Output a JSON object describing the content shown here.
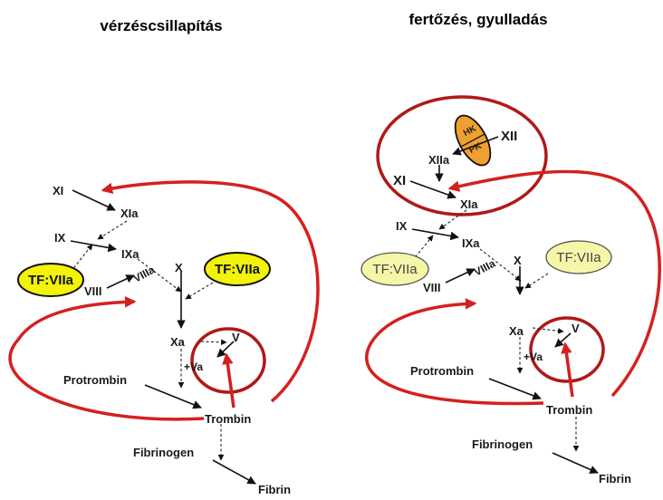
{
  "left_panel": {
    "title": "vérzéscsillapítás",
    "XI": "XI",
    "XIa": "XIa",
    "IX": "IX",
    "IXa": "IXa",
    "TF_VIIa_left": "TF:VIIa",
    "TF_VIIa_right": "TF:VIIa",
    "VIII": "VIII",
    "VIIIa": "VIIIa",
    "X": "X",
    "Xa": "Xa",
    "V": "V",
    "Va": "+Va",
    "Protrombin": "Protrombin",
    "Trombin": "Trombin",
    "Fibrinogen": "Fibrinogen",
    "Fibrin": "Fibrin"
  },
  "right_panel": {
    "title": "fertőzés, gyulladás",
    "HK": "HK",
    "PK": "PK",
    "XII": "XII",
    "XIIa": "XIIa",
    "XI": "XI",
    "XIa": "XIa",
    "IX": "IX",
    "IXa": "IXa",
    "TF_VIIa_left": "TF:VIIa",
    "TF_VIIa_right": "TF:VIIa",
    "VIII": "VIII",
    "VIIIa": "VIIIa",
    "X": "X",
    "Xa": "Xa",
    "V": "V",
    "Va": "+Va",
    "Protrombin": "Protrombin",
    "Trombin": "Trombin",
    "Fibrinogen": "Fibrinogen",
    "Fibrin": "Fibrin"
  },
  "colors": {
    "tf_active": "#f2f20a",
    "tf_inactive": "#f6f6a8",
    "hkpk": "#f0a030",
    "feedback_red": "#d42020",
    "loop_darkred": "#b01818"
  }
}
